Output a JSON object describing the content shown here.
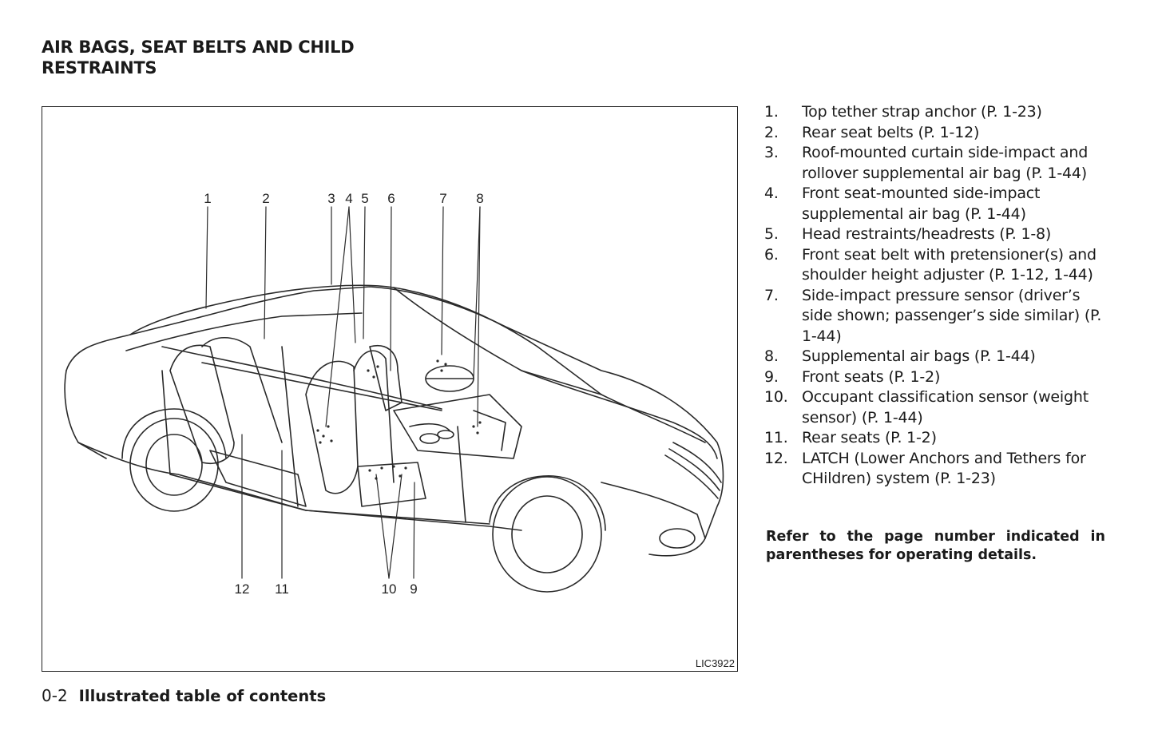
{
  "header": {
    "title": "AIR BAGS, SEAT BELTS AND CHILD RESTRAINTS"
  },
  "figure": {
    "code": "LIC3922",
    "callouts": [
      "1",
      "2",
      "3",
      "4",
      "5",
      "6",
      "7",
      "8",
      "12",
      "11",
      "10",
      "9"
    ]
  },
  "legend": [
    {
      "num": "1.",
      "text": "Top tether strap anchor (P. 1-23)"
    },
    {
      "num": "2.",
      "text": "Rear seat belts (P. 1-12)"
    },
    {
      "num": "3.",
      "text": "Roof-mounted curtain side-impact and rollover supplemental air bag (P. 1-44)"
    },
    {
      "num": "4.",
      "text": "Front seat-mounted side-impact supplemental air bag (P. 1-44)"
    },
    {
      "num": "5.",
      "text": "Head restraints/headrests (P. 1-8)"
    },
    {
      "num": "6.",
      "text": "Front seat belt with pretensioner(s) and shoulder height adjuster (P. 1-12, 1-44)"
    },
    {
      "num": "7.",
      "text": "Side-impact pressure sensor (driver’s side shown; passenger’s side similar) (P. 1-44)"
    },
    {
      "num": "8.",
      "text": "Supplemental air bags (P. 1-44)"
    },
    {
      "num": "9.",
      "text": "Front seats (P. 1-2)"
    },
    {
      "num": "10.",
      "text": "Occupant classification sensor (weight sensor) (P. 1-44)"
    },
    {
      "num": "11.",
      "text": "Rear seats (P. 1-2)"
    },
    {
      "num": "12.",
      "text": "LATCH (Lower Anchors and Tethers for CHildren) system (P. 1-23)"
    }
  ],
  "note": "Refer to the page number indicated in parentheses for operating details.",
  "footer": {
    "page": "0-2",
    "title": "Illustrated table of contents"
  }
}
